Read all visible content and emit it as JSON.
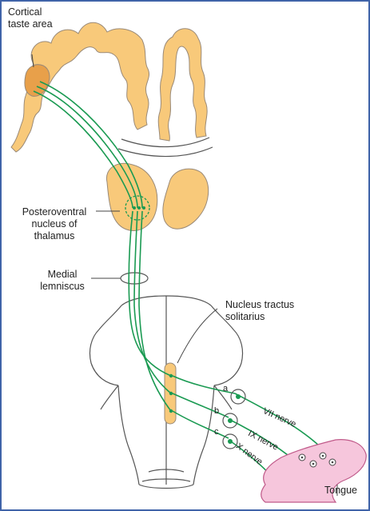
{
  "colors": {
    "cortex": "#f8c97a",
    "cortex_edge": "#9a8a78",
    "taste_area": "#e8a04a",
    "pathway": "#1a9a52",
    "tongue": "#f6c6dc",
    "tongue_edge": "#c05a8a",
    "frame": "#3f63a8"
  },
  "labels": {
    "cortical_line1": "Cortical",
    "cortical_line2": "taste area",
    "thalamus_line1": "Posteroventral",
    "thalamus_line2": "nucleus of",
    "thalamus_line3": "thalamus",
    "lemniscus_line1": "Medial",
    "lemniscus_line2": "lemniscus",
    "nts_line1": "Nucleus tractus",
    "nts_line2": "solitarius",
    "nerve_a": "a",
    "nerve_b": "b",
    "nerve_c": "c",
    "vii_nerve": "VII nerve",
    "ix_nerve": "IX nerve",
    "x_nerve": "X nerve",
    "tongue": "Tongue"
  }
}
